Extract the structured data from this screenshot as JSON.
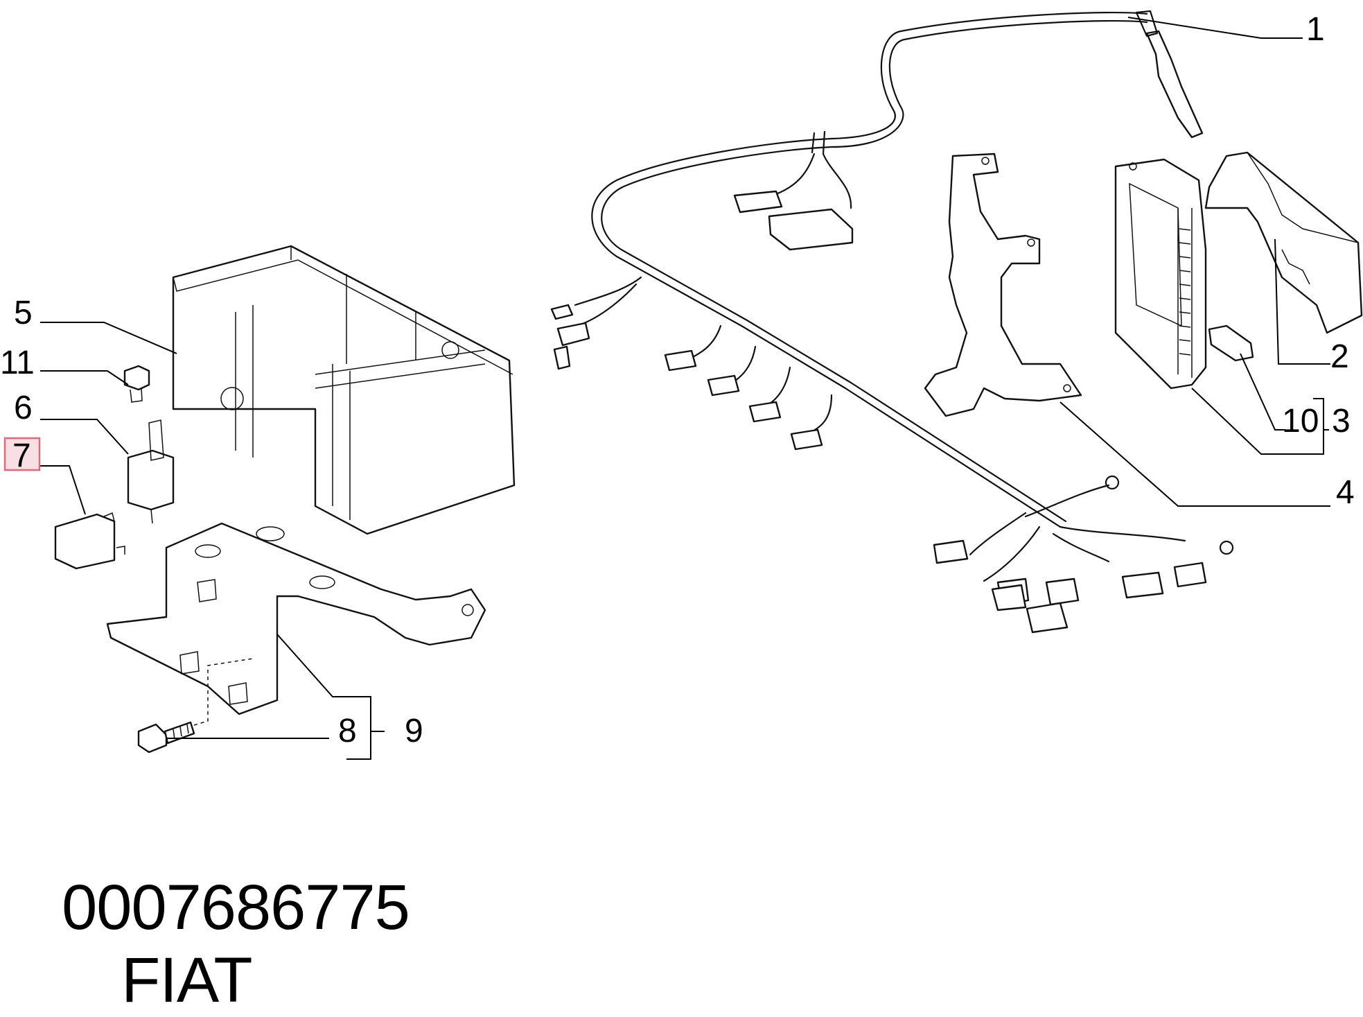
{
  "callouts": {
    "c1": "1",
    "c2": "2",
    "c3": "3",
    "c4": "4",
    "c5": "5",
    "c6": "6",
    "c7": "7",
    "c8": "8",
    "c9": "9",
    "c10": "10",
    "c11": "11"
  },
  "highlight": {
    "callout": "7",
    "color": "#e06a78",
    "fill": "#f8dfe3"
  },
  "caption": {
    "part_number": "0007686775",
    "brand": "FIAT"
  }
}
